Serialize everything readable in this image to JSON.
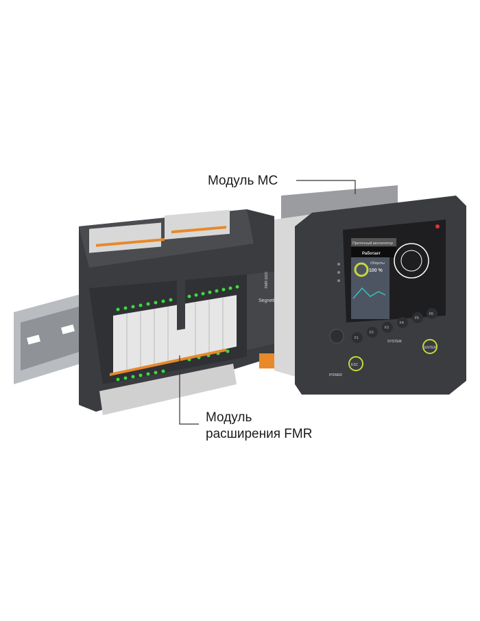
{
  "callouts": {
    "mc_module": "Модуль МС",
    "fmr_module_line1": "Модуль",
    "fmr_module_line2": "расширения FMR"
  },
  "device": {
    "brand": "Segnetics",
    "model": "FMR-1020",
    "power_label": "POWER",
    "screen": {
      "title": "Приточный вентилятор",
      "status": "Работает",
      "speed_label": "Обороты",
      "speed_value": "100 %"
    },
    "buttons": {
      "f": [
        "F1",
        "F2",
        "F3",
        "F4",
        "F5",
        "F6"
      ],
      "system": "SYSTEM",
      "esc": "ESC",
      "enter": "ENTER"
    }
  },
  "colors": {
    "led": "#3ddc3d",
    "ring": "#c8d83a",
    "terminal": "#e8892a",
    "body": "#3a3c40"
  }
}
